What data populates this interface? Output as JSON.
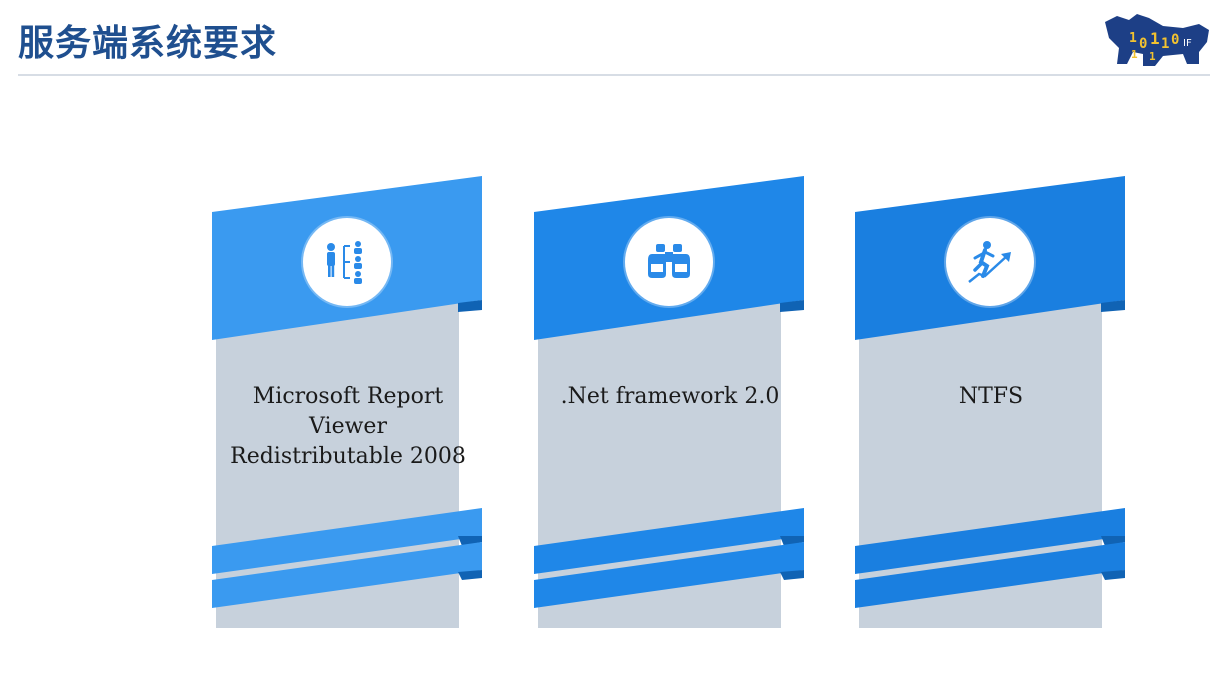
{
  "header": {
    "title": "服务端系统要求",
    "logo_icon": "binary-bull-logo"
  },
  "cards": [
    {
      "label": "Microsoft Report\nViewer\nRedistributable 2008",
      "icon": "organization-chart-icon",
      "color": "#3a9af0"
    },
    {
      "label": ".Net framework 2.0",
      "icon": "binoculars-icon",
      "color": "#1f87e8"
    },
    {
      "label": "NTFS",
      "icon": "running-upstairs-icon",
      "color": "#1a7fe0"
    }
  ],
  "colors": {
    "title": "#1f4f8f",
    "panel": "#c7d1dc",
    "ribbon_dark": "#1063b4"
  }
}
